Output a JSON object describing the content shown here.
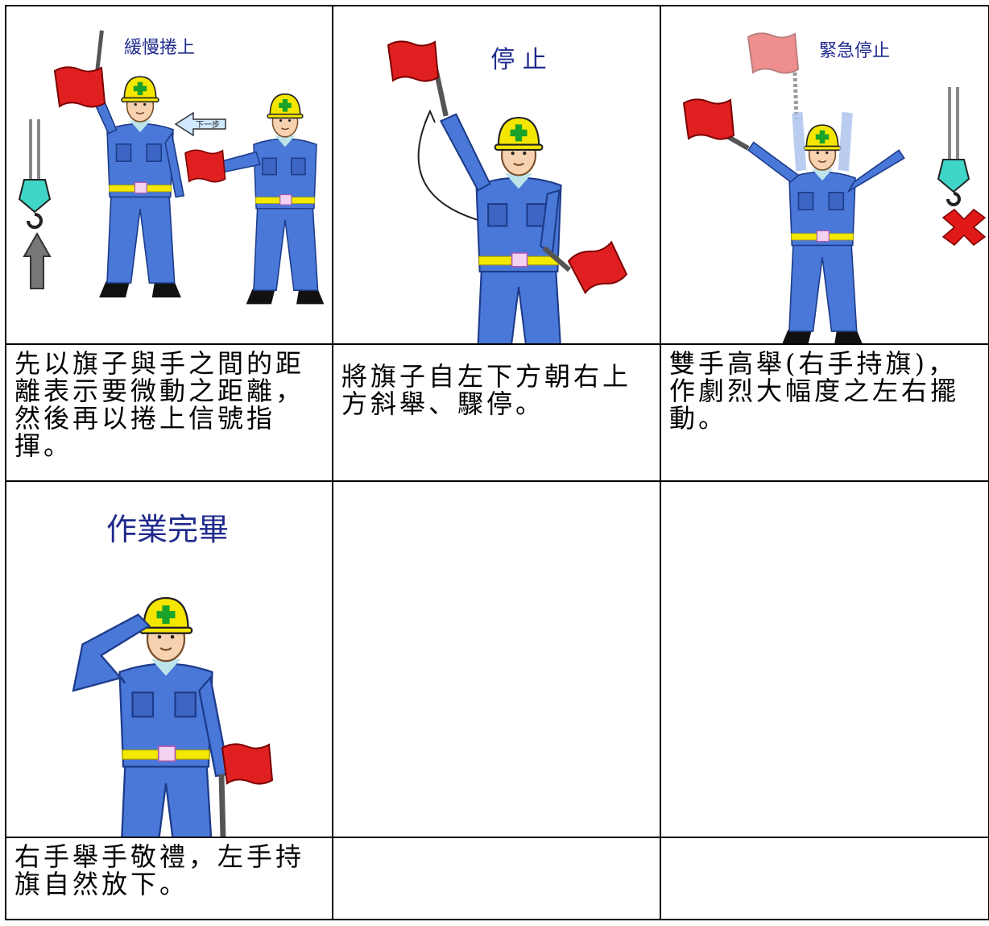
{
  "signals": [
    {
      "title": "緩慢捲上",
      "sign_label": "下一步",
      "description": "先以旗子與手之間的距離表示要微動之距離，然後再以捲上信號指揮。"
    },
    {
      "title": "停 止",
      "description": "將旗子自左下方朝右上方斜舉、驟停。"
    },
    {
      "title": "緊急停止",
      "description": "雙手高舉(右手持旗)，作劇烈大幅度之左右擺動。"
    },
    {
      "title": "作業完畢",
      "description": "右手舉手敬禮，左手持旗自然放下。"
    }
  ],
  "colors": {
    "title_blue": "#1f2a8c",
    "uniform_blue": "#4a78d8",
    "helmet_yellow": "#f5e600",
    "flag_red": "#e02020",
    "belt_yellow": "#f2e800",
    "skin": "#f6d2b0",
    "hook_teal": "#3fd6c8",
    "x_red": "#e01818"
  },
  "icons": [
    "red-flag-icon",
    "crane-hook-icon",
    "up-arrow-icon",
    "x-mark-icon",
    "helmet-cross-icon"
  ]
}
